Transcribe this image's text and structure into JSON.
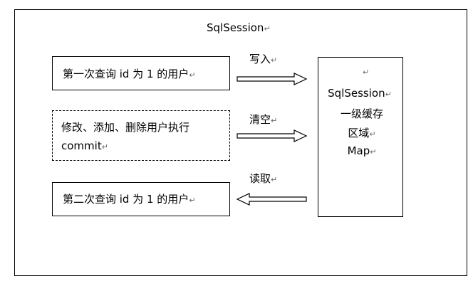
{
  "diagram": {
    "title": "SqlSession",
    "paragraph_mark": "↵",
    "left_boxes": [
      {
        "line1": "第一次查询 id 为 1 的用户",
        "line2": ""
      },
      {
        "line1": "修改、添加、删除用户执行",
        "line2": "commit"
      },
      {
        "line1": "第二次查询 id 为 1 的用户",
        "line2": ""
      }
    ],
    "arrows": [
      {
        "label": "写入",
        "direction": "right"
      },
      {
        "label": "清空",
        "direction": "right"
      },
      {
        "label": "读取",
        "direction": "left"
      }
    ],
    "cache_box": {
      "line1": "SqlSession",
      "line2": "一级缓存",
      "line3": "区域",
      "line4": "Map"
    }
  }
}
